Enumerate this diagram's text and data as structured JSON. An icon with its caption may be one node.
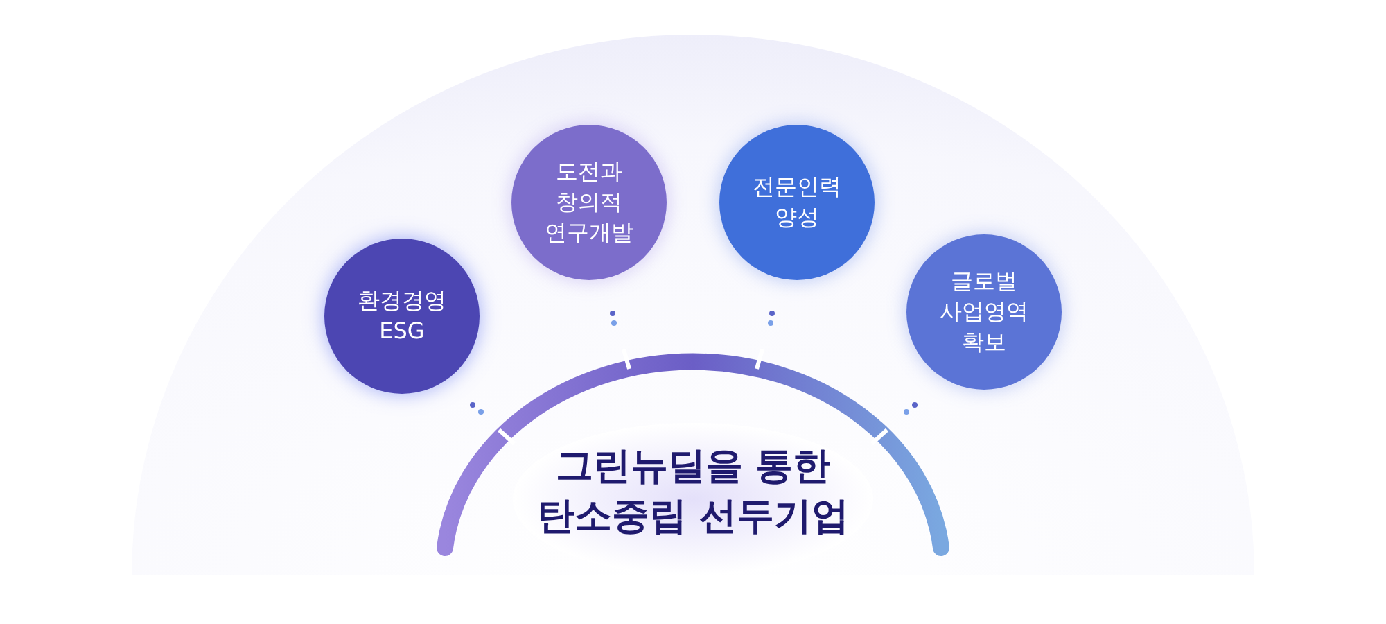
{
  "diagram": {
    "nodes": [
      {
        "text": [
          "환경경영 ESG"
        ]
      },
      {
        "text": [
          "도전과 창의적 연구개발"
        ]
      },
      {
        "text": [
          "전문인력 양성"
        ]
      },
      {
        "text": [
          "글로벌 사업영역 확보"
        ]
      },
      {
        "text": [
          "그린뉴딜을 통한 탄소중립 선두기업"
        ]
      }
    ]
  }
}
